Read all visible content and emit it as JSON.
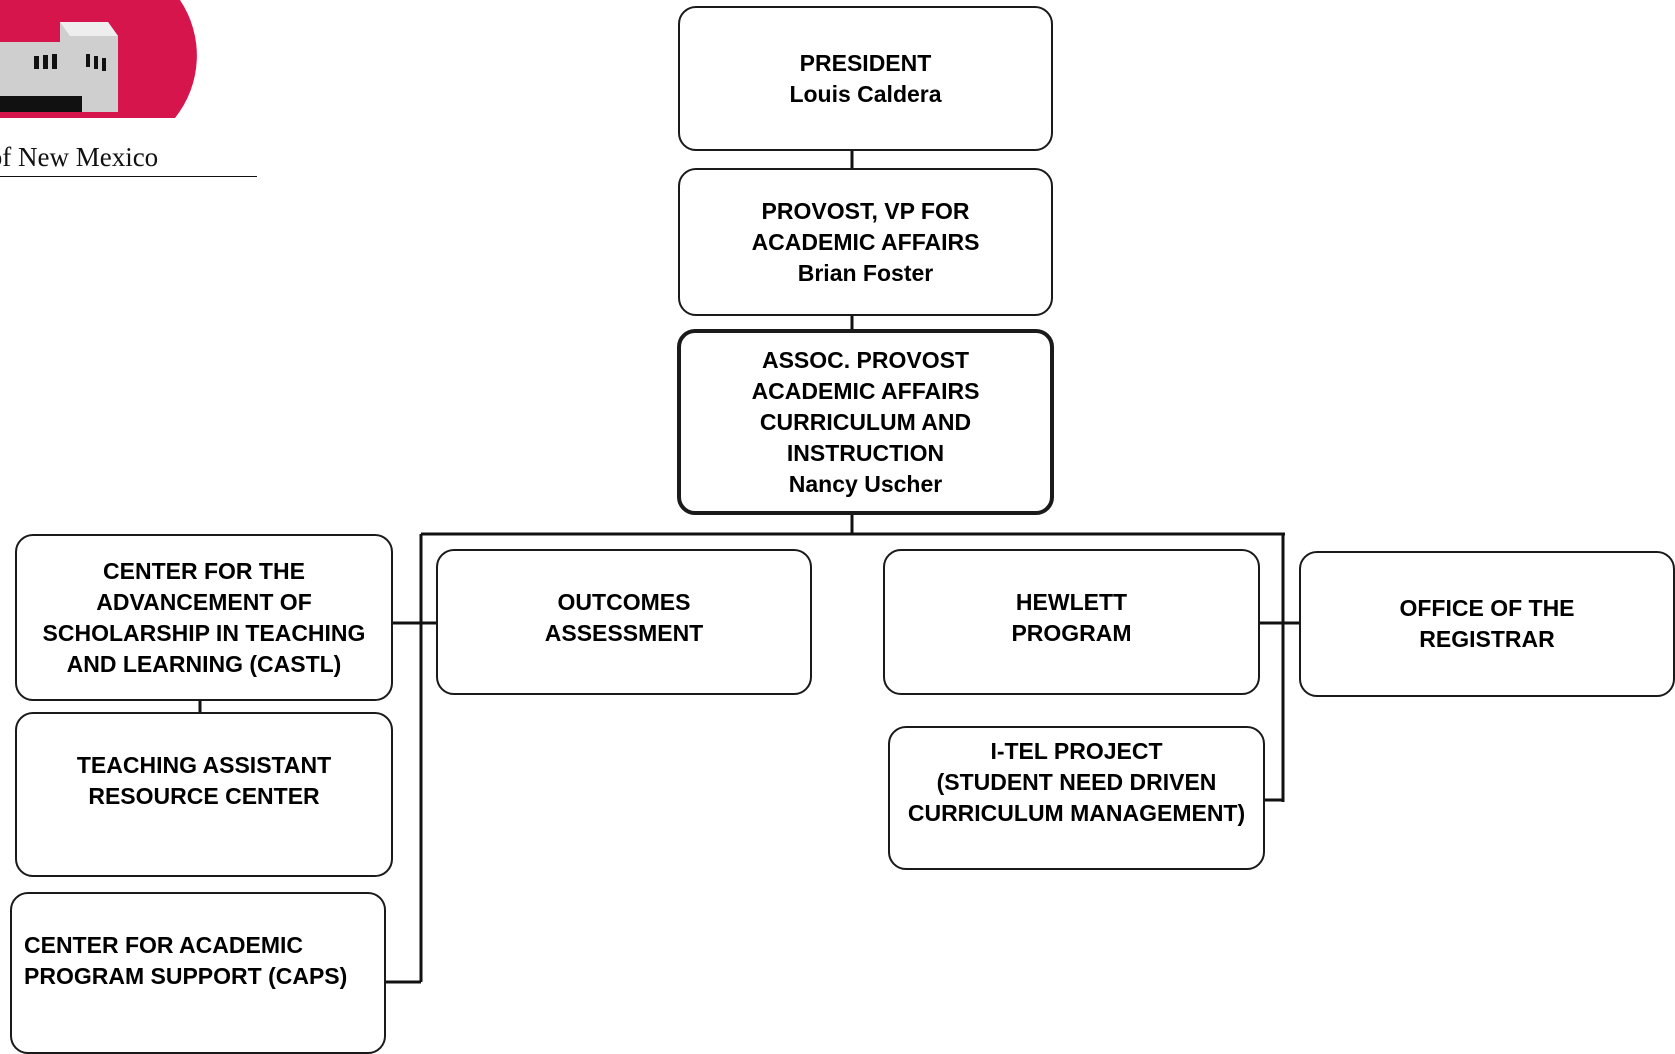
{
  "logo": {
    "icon": "unm-building-icon",
    "text": "ersity of New Mexico",
    "colors": {
      "sun": "#d5154b",
      "building": "#c9c9c9"
    }
  },
  "boxes": {
    "president": {
      "lines": [
        "PRESIDENT",
        "Louis Caldera"
      ]
    },
    "provost": {
      "lines": [
        "PROVOST, VP FOR",
        "ACADEMIC AFFAIRS",
        "Brian Foster"
      ]
    },
    "assoc_provost": {
      "lines": [
        "ASSOC. PROVOST",
        "ACADEMIC AFFAIRS",
        "CURRICULUM AND",
        "INSTRUCTION",
        "Nancy Uscher"
      ]
    },
    "castl": {
      "lines": [
        "CENTER FOR THE",
        "ADVANCEMENT OF",
        "SCHOLARSHIP IN TEACHING",
        "AND LEARNING (CASTL)"
      ]
    },
    "tarc": {
      "lines": [
        "TEACHING ASSISTANT",
        "RESOURCE CENTER"
      ]
    },
    "caps": {
      "lines": [
        "CENTER FOR ACADEMIC",
        "PROGRAM SUPPORT (CAPS)"
      ]
    },
    "outcomes": {
      "lines": [
        "OUTCOMES",
        "ASSESSMENT"
      ]
    },
    "hewlett": {
      "lines": [
        "HEWLETT",
        "PROGRAM"
      ]
    },
    "itel": {
      "lines": [
        "I-TEL PROJECT",
        "(STUDENT NEED DRIVEN",
        "CURRICULUM MANAGEMENT)"
      ]
    },
    "registrar": {
      "lines": [
        "OFFICE OF THE",
        "REGISTRAR"
      ]
    }
  }
}
